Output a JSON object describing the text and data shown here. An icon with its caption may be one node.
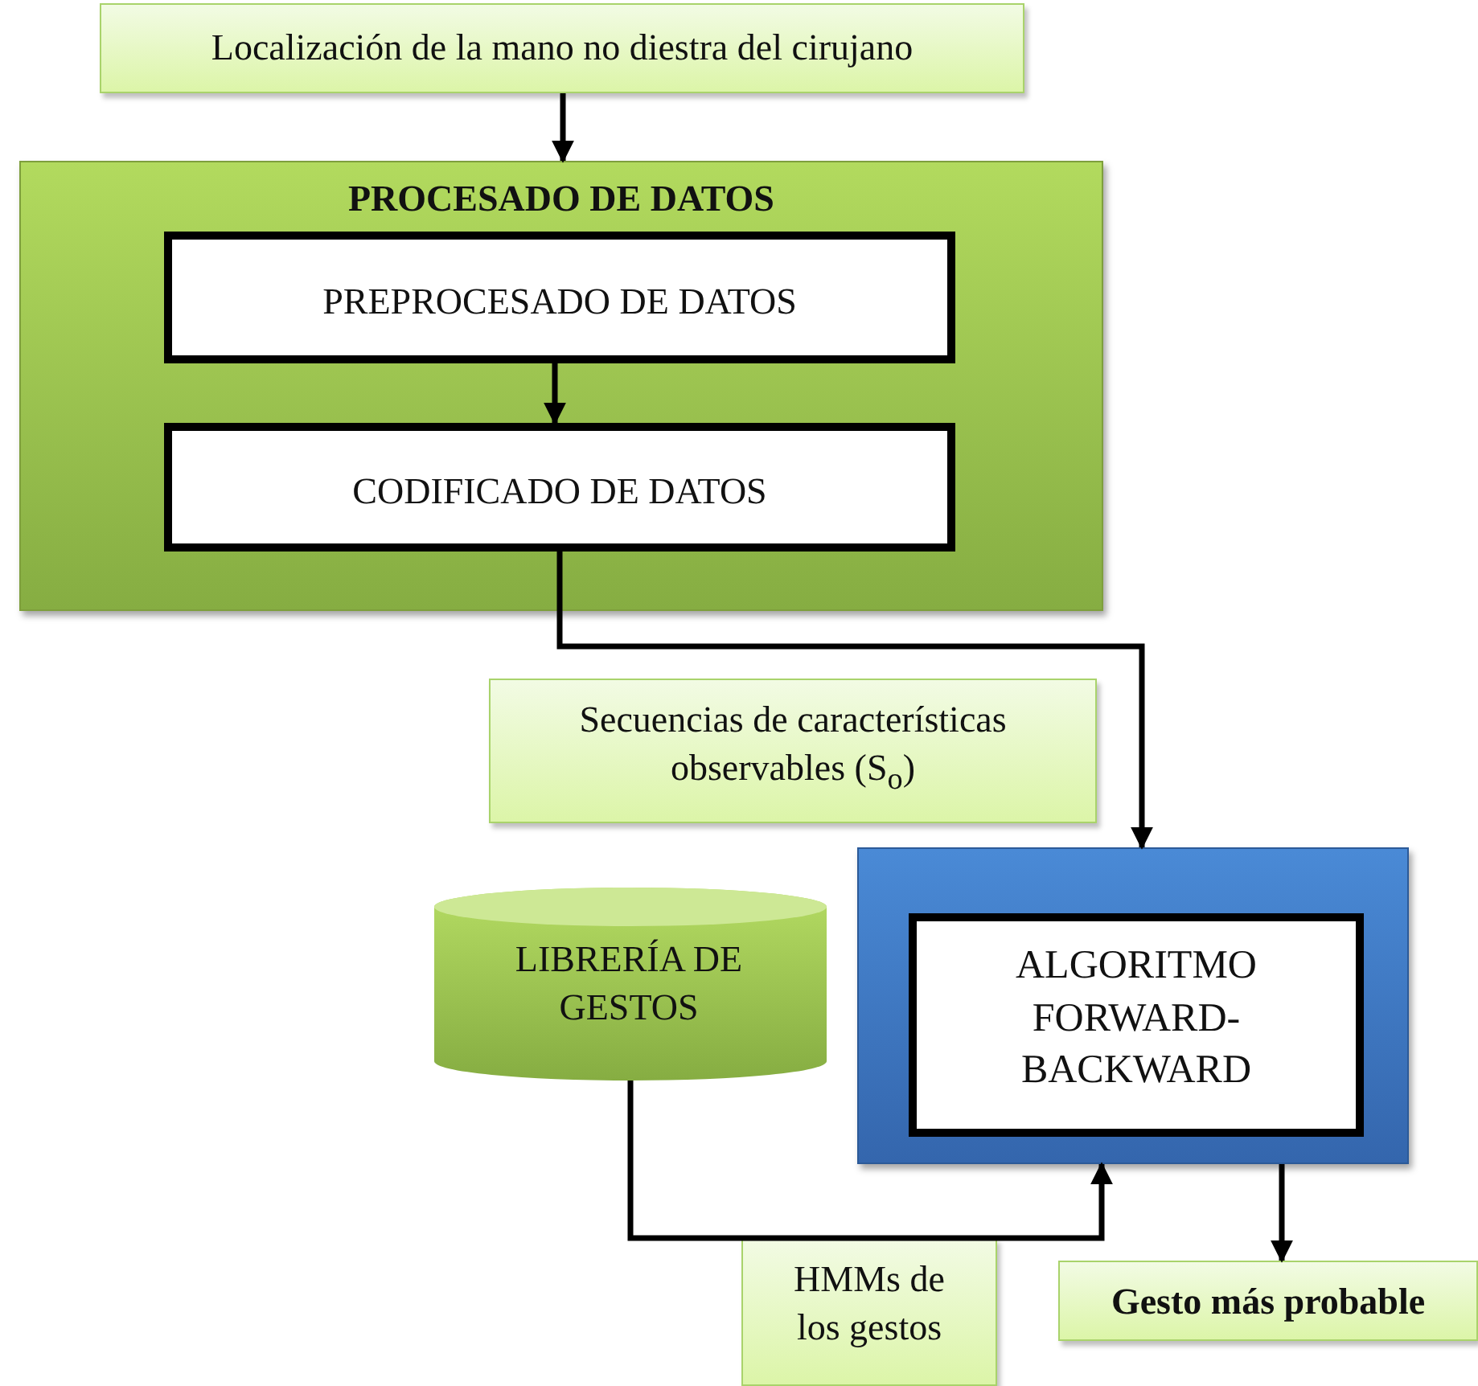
{
  "diagram": {
    "nodes": [
      {
        "text": [
          "Localización de la mano no diestra del cirujano"
        ]
      },
      {
        "text": [
          "PROCESADO DE DATOS"
        ]
      },
      {
        "text": [
          "PREPROCESADO DE DATOS"
        ],
        "in": 1
      },
      {
        "text": [
          "CODIFICADO DE DATOS"
        ],
        "in": 1
      },
      {
        "text": [
          "Secuencias de características observables (S$_{o}$)"
        ]
      },
      {
        "text": [
          "LIBRERÍA DE GESTOS"
        ]
      },
      {
        "text": [],
        "shape": "box"
      },
      {
        "text": [
          "ALGORITMO FORWARD-BACKWARD"
        ],
        "in": 6
      },
      {
        "text": [
          "HMMs de los gestos"
        ]
      },
      {
        "text": [
          "Gesto más probable"
        ]
      }
    ],
    "edges": [
      {
        "from": 0,
        "to": 1,
        "arrow": "to"
      },
      {
        "from": 2,
        "to": 3,
        "arrow": "to"
      },
      {
        "from": 3,
        "to": 6,
        "arrow": "to"
      },
      {
        "from": 5,
        "to": 6,
        "arrow": "to"
      },
      {
        "from": 6,
        "to": 9,
        "arrow": "to"
      }
    ]
  }
}
